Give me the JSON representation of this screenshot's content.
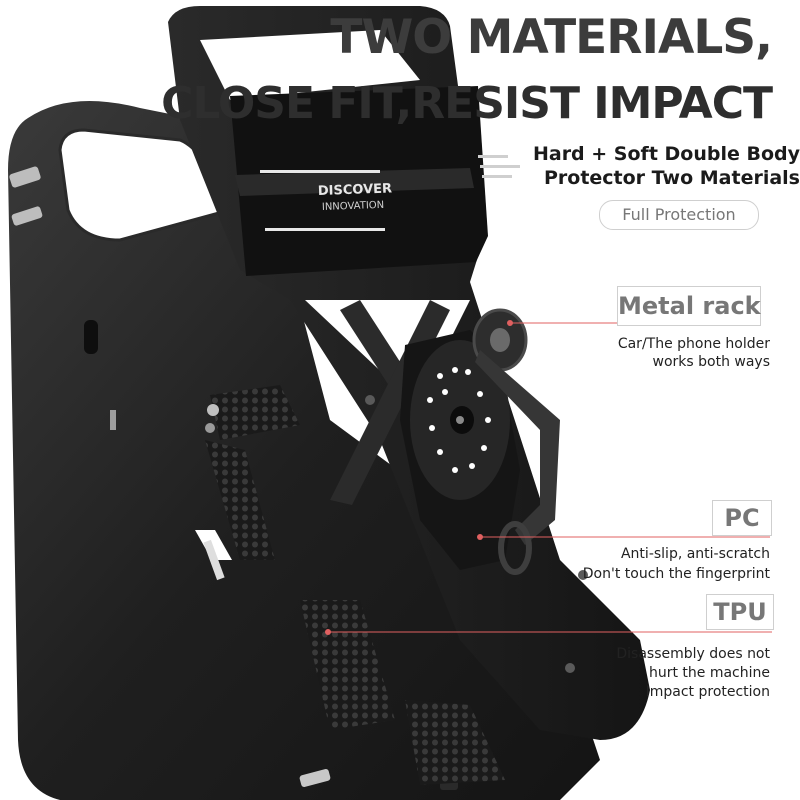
{
  "headline": {
    "line1": "TWO MATERIALS,",
    "line2": "CLOSE FIT,RESIST IMPACT"
  },
  "subheadline": {
    "line1": "Hard + Soft Double Body",
    "line2": "Protector Two Materials"
  },
  "badge": {
    "full_protection": "Full Protection"
  },
  "product": {
    "slider_text_1": "DISCOVER",
    "slider_text_2": "INNOVATION",
    "case_color": "#1c1c1c"
  },
  "callouts": [
    {
      "tag": "Metal rack",
      "lines": [
        "Car/The phone holder",
        "works both ways"
      ]
    },
    {
      "tag": "PC",
      "lines": [
        "Anti-slip, anti-scratch",
        "Don't touch the fingerprint"
      ]
    },
    {
      "tag": "TPU",
      "lines": [
        "Disassembly does not",
        "hurt the machine",
        "Impact protection"
      ]
    }
  ],
  "colors": {
    "leader_line": "#e06060",
    "tag_border": "#cfcfcf",
    "tag_text": "#777777",
    "headline": "#3c3c3c"
  }
}
